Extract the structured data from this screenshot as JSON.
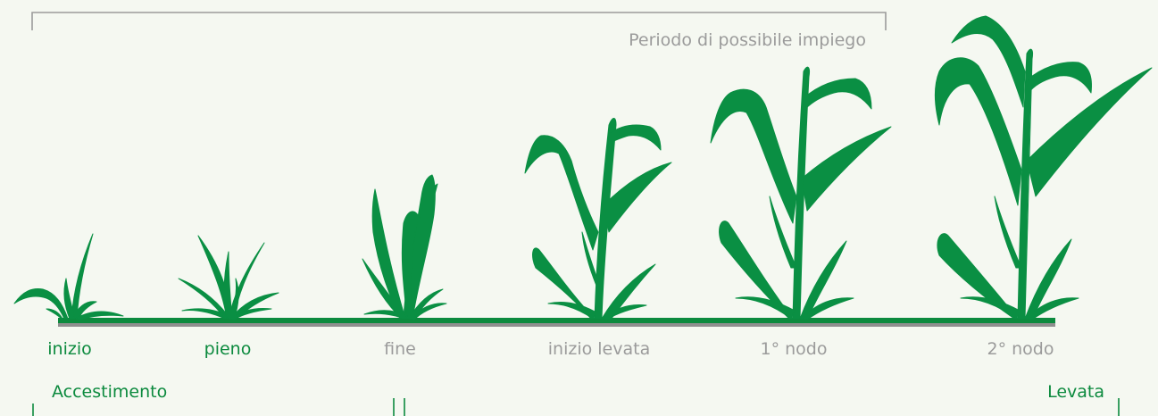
{
  "period": {
    "label": "Periodo di possibile impiego"
  },
  "stages": [
    {
      "label": "inizio"
    },
    {
      "label": "pieno"
    },
    {
      "label": "fine"
    },
    {
      "label": "inizio levata"
    },
    {
      "label": "1° nodo"
    },
    {
      "label": "2° nodo"
    }
  ],
  "phases": {
    "accestimento": "Accestimento",
    "levata": "Levata"
  },
  "colors": {
    "plant": "#0a8f43",
    "ground": "#0c8a3e",
    "ground_shadow": "#8f8f8f",
    "active_text": "#0c8a3e",
    "muted_text": "#9b9b9b",
    "background": "#f5f8f1"
  }
}
